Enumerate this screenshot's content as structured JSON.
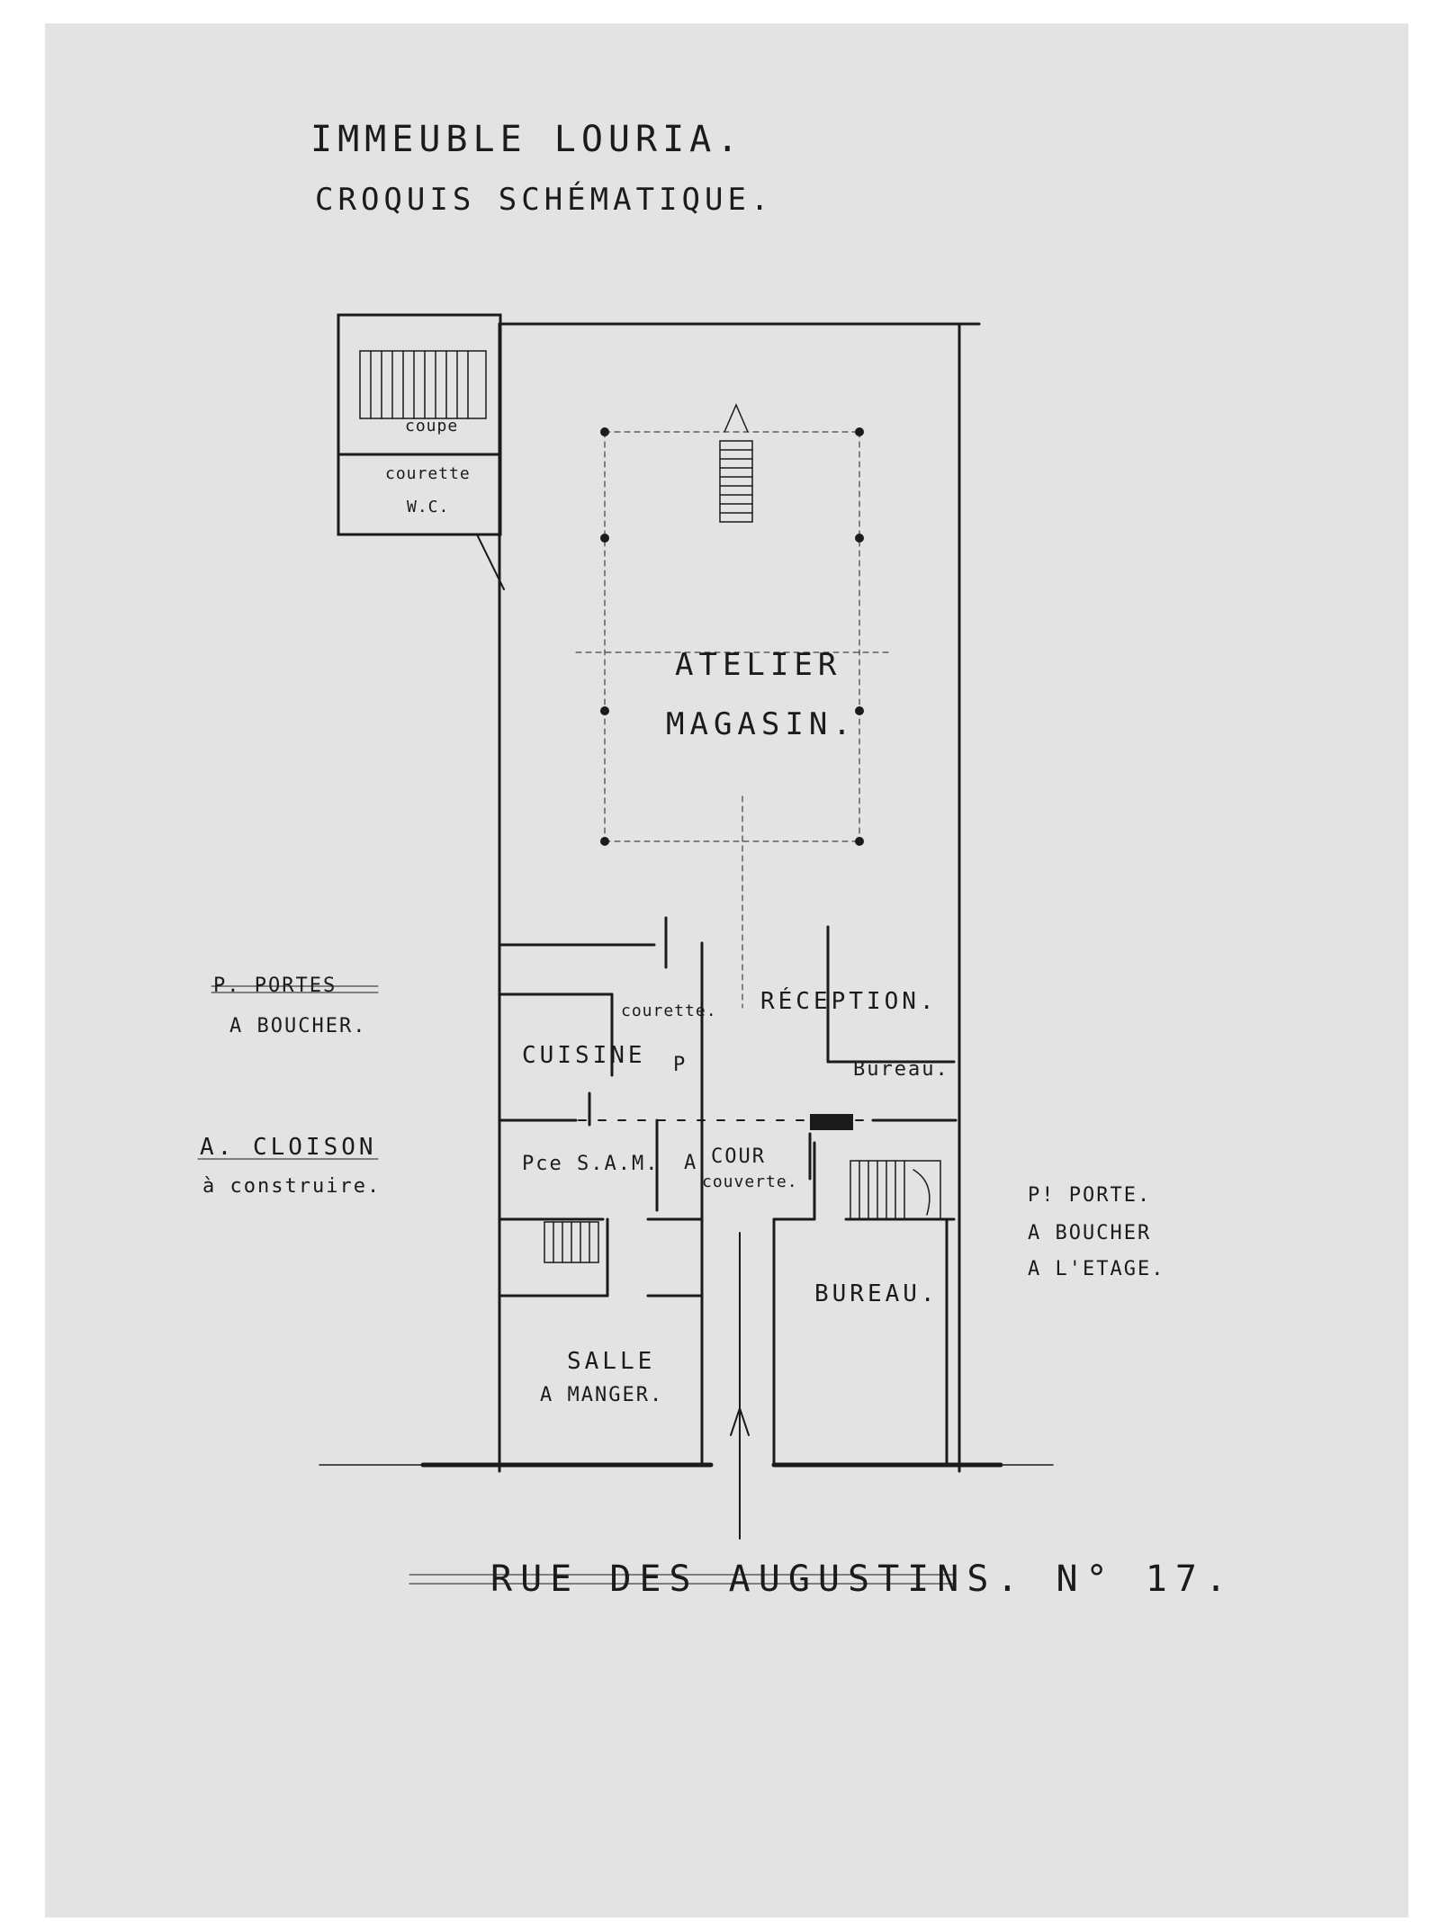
{
  "header": {
    "title": "IMMEUBLE LOURIA.",
    "subtitle": "CROQUIS SCHÉMATIQUE."
  },
  "rooms": {
    "atelier": "ATELIER",
    "magasin": "MAGASIN.",
    "reception": "RÉCEPTION.",
    "bureau_small": "Bureau.",
    "bureau_large": "BUREAU.",
    "cuisine": "CUISINE",
    "courette_mid": "courette.",
    "p_mark": "P",
    "pce_sam": "Pce S.A.M.",
    "a_mark": "A",
    "cour_line1": "COUR",
    "cour_line2": "couverte.",
    "salle_line1": "SALLE",
    "salle_line2": "A MANGER.",
    "coupe": "coupe",
    "courette_top": "courette",
    "wc": "W.C."
  },
  "legend": {
    "p_portes_line1": "P. PORTES",
    "p_portes_line2": "A BOUCHER.",
    "a_cloison_line1": "A. CLOISON",
    "a_cloison_line2": "à construire.",
    "p_porte_line1": "P! PORTE.",
    "p_porte_line2": "A BOUCHER",
    "p_porte_line3": "A L'ETAGE."
  },
  "footer": {
    "street": "RUE DES AUGUSTINS. N° 17."
  },
  "colors": {
    "paper": "#e3e3e3",
    "ink": "#1b1b1b",
    "border": "#ffffff"
  }
}
